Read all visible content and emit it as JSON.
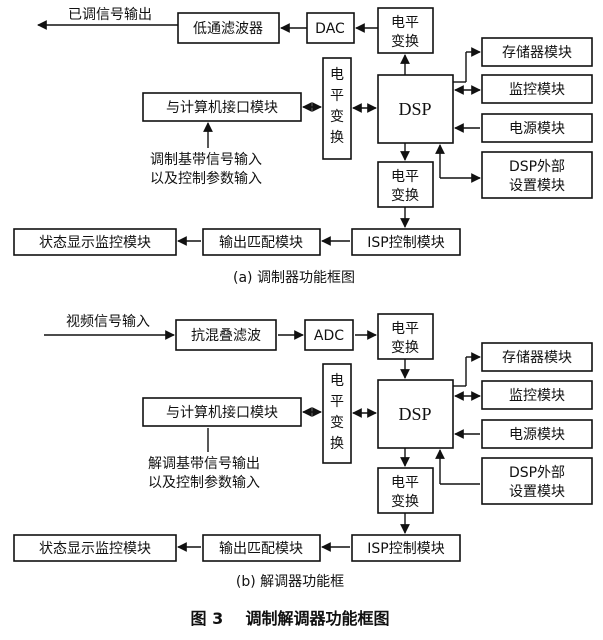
{
  "panel_a": {
    "output_label": "已调信号输出",
    "lowpass": "低通滤波器",
    "dac": "DAC",
    "level_top": [
      "电平",
      "变换"
    ],
    "level_mid": [
      "电",
      "平",
      "变",
      "换"
    ],
    "level_bottom": [
      "电平",
      "变换"
    ],
    "dsp": "DSP",
    "storage": "存储器模块",
    "monitor": "监控模块",
    "power": "电源模块",
    "dsp_ext": [
      "DSP外部",
      "设置模块"
    ],
    "pc_interface": "与计算机接口模块",
    "input_note": [
      "调制基带信号输入",
      "以及控制参数输入"
    ],
    "isp": "ISP控制模块",
    "match": "输出匹配模块",
    "status": "状态显示监控模块",
    "caption": "(a) 调制器功能框图"
  },
  "panel_b": {
    "input_label": "视频信号输入",
    "antialias": "抗混叠滤波",
    "adc": "ADC",
    "level_top": [
      "电平",
      "变换"
    ],
    "level_mid": [
      "电",
      "平",
      "变",
      "换"
    ],
    "level_bottom": [
      "电平",
      "变换"
    ],
    "dsp": "DSP",
    "storage": "存储器模块",
    "monitor": "监控模块",
    "power": "电源模块",
    "dsp_ext": [
      "DSP外部",
      "设置模块"
    ],
    "pc_interface": "与计算机接口模块",
    "output_note": [
      "解调基带信号输出",
      "以及控制参数输入"
    ],
    "isp": "ISP控制模块",
    "match": "输出匹配模块",
    "status": "状态显示监控模块",
    "caption": "(b) 解调器功能框"
  },
  "figure_title": "图 3    调制解调器功能框图"
}
